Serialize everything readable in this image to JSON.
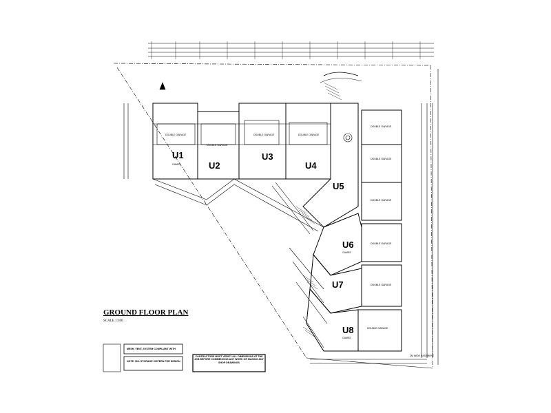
{
  "title": "GROUND FLOOR PLAN",
  "scale": "SCALE 1:100",
  "units": [
    {
      "label": "U1"
    },
    {
      "label": "U2"
    },
    {
      "label": "U3"
    },
    {
      "label": "U4"
    },
    {
      "label": "U5"
    },
    {
      "label": "U6"
    },
    {
      "label": "U7"
    },
    {
      "label": "U8"
    }
  ],
  "room_labels": {
    "double_garage": "DOUBLE GARAGE",
    "games": "GAMES",
    "easement": "2M WIDE EASEMENT"
  },
  "notes": {
    "note1": "MESH, VENT, SYSTEM COMPLIANT WITH",
    "note2": "NOTE: 5KL STORAGE CISTERN PER DESIGN",
    "contractor": "CONTRACTORS MUST VERIFY ALL DIMENSIONS AT THE JOB BEFORE COMMENCING ANY WORK OR MAKING ANY SHOP DRAWINGS"
  }
}
